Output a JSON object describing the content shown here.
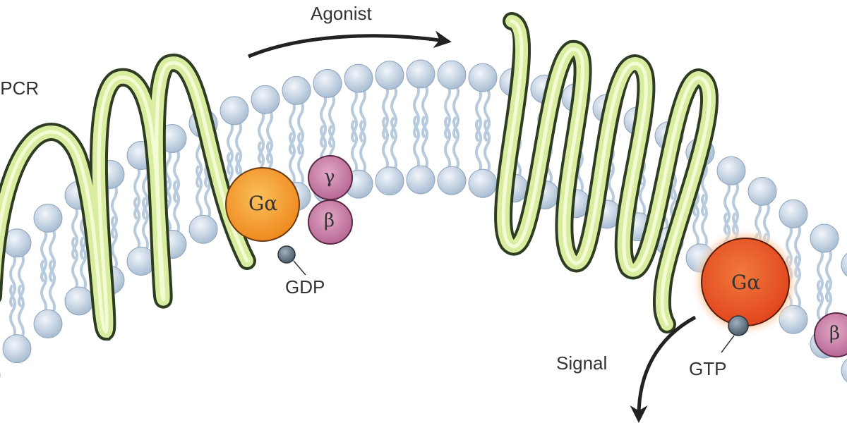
{
  "labels": {
    "receptor": "GPCR",
    "agonist": "Agonist",
    "gdp": "GDP",
    "gtp": "GTP",
    "signal": "Signal"
  },
  "subunits": {
    "alpha": "Gα",
    "beta": "β",
    "gamma": "γ"
  },
  "colors": {
    "helix": "#d8eda0",
    "galpha_inactive": "#f39a2b",
    "galpha_active": "#ec5a2a",
    "beta_gamma": "#c77fa6",
    "lipid": "#c9d7e6"
  }
}
